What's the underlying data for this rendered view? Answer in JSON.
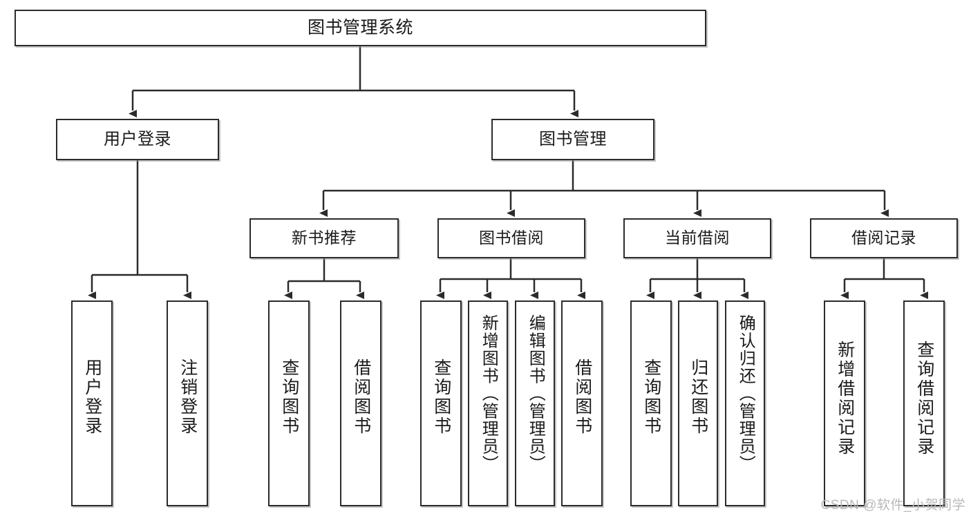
{
  "diagram": {
    "kind": "tree-hierarchy-chart",
    "title": "图书管理系统",
    "watermark": "CSDN @软件_小贺同学",
    "colors": {
      "box_border": "#2b2b2b",
      "box_fill": "#ffffff",
      "connector": "#2b2b2b",
      "watermark": "#b9b9b9",
      "background": "#ffffff"
    },
    "root": {
      "label": "图书管理系统"
    },
    "level2": [
      {
        "label": "用户登录"
      },
      {
        "label": "图书管理"
      }
    ],
    "level3": [
      {
        "label": "新书推荐"
      },
      {
        "label": "图书借阅"
      },
      {
        "label": "当前借阅"
      },
      {
        "label": "借阅记录"
      }
    ],
    "leaves": {
      "user_login": [
        {
          "label": "用户登录"
        },
        {
          "label": "注销登录"
        }
      ],
      "new_book_recommend": [
        {
          "label": "查询图书"
        },
        {
          "label": "借阅图书"
        }
      ],
      "book_borrow": [
        {
          "label": "查询图书"
        },
        {
          "label": "新增图书（管理员）"
        },
        {
          "label": "编辑图书（管理员）"
        },
        {
          "label": "借阅图书"
        }
      ],
      "current_borrow": [
        {
          "label": "查询图书"
        },
        {
          "label": "归还图书"
        },
        {
          "label": "确认归还（管理员）"
        }
      ],
      "borrow_record": [
        {
          "label": "新增借阅记录"
        },
        {
          "label": "查询借阅记录"
        }
      ]
    }
  }
}
